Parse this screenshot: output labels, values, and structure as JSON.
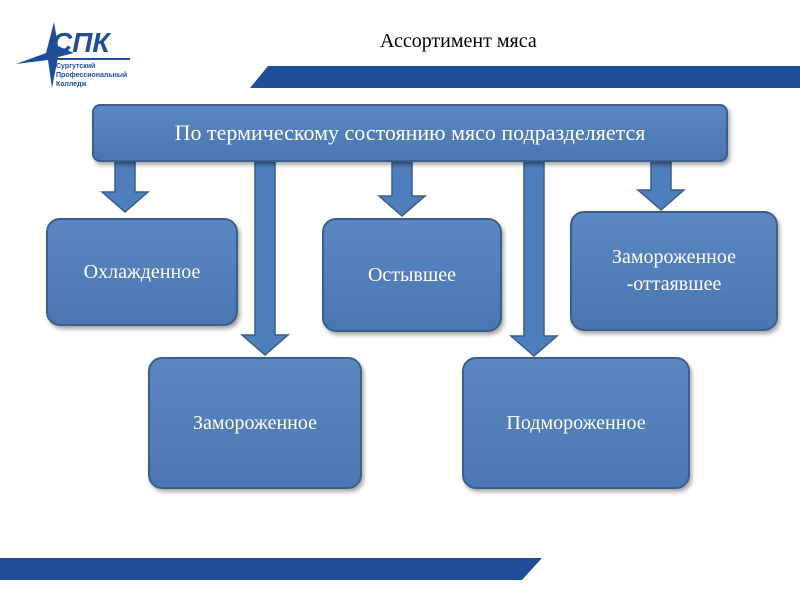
{
  "header": {
    "title": "Ассортимент мяса",
    "logo": {
      "name": "СПК",
      "subtitle": [
        "Сургутский",
        "Профессиональный",
        "Колледж"
      ]
    }
  },
  "diagram": {
    "root": "По термическому состоянию мясо подразделяется",
    "categories": [
      "Охлажденное",
      "Остывшее",
      "Замороженное -оттаявшее",
      "Замороженное",
      "Подмороженное"
    ]
  },
  "colors": {
    "accent": "#1f4e99",
    "box": "#4f7ebc",
    "box_border": "#3a5f8c"
  }
}
